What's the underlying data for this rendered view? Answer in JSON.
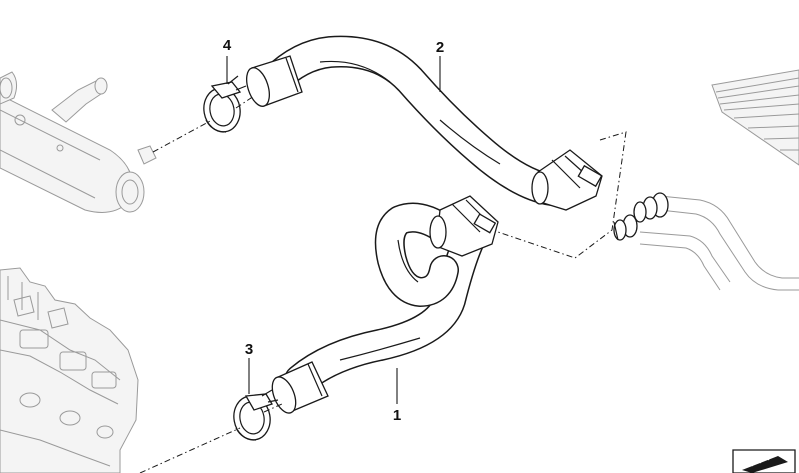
{
  "callouts": {
    "part_1": "1",
    "part_2": "2",
    "part_3": "3",
    "part_4": "4"
  },
  "icons": {
    "corner_badge": "dimension-ruler-icon"
  },
  "colors": {
    "line": "#1a1a1a",
    "ghost": "#9a9a9a",
    "background": "#ffffff"
  }
}
